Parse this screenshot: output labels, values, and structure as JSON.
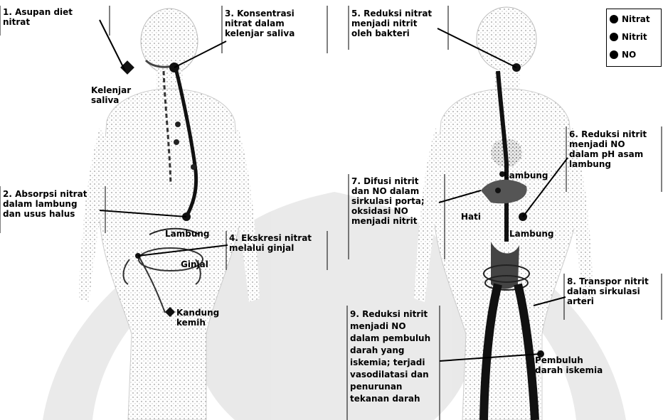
{
  "legend": {
    "items": [
      {
        "label": "Nitrat"
      },
      {
        "label": "Nitrit"
      },
      {
        "label": "NO"
      }
    ]
  },
  "labels": {
    "step1": "1. Asupan diet\nnitrat",
    "step2": "2. Absorpsi nitrat\ndalam lambung\ndan usus halus",
    "step3": "3. Konsentrasi\nnitrat dalam\nkelenjar saliva",
    "step4": "4. Ekskresi nitrat\nmelalui ginjal",
    "step5": "5. Reduksi nitrat\nmenjadi nitrit\noleh bakteri",
    "step6": "6. Reduksi nitrit\nmenjadi NO\ndalam pH asam\nlambung",
    "step7": "7. Difusi nitrit\ndan NO dalam\nsirkulasi porta;\noksidasi NO\nmenjadi nitrit",
    "step8": "8. Transpor nitrit\ndalam sirkulasi\narteri",
    "step9": "9. Reduksi nitrit\nmenjadi NO\ndalam pembuluh\ndarah yang\niskemia; terjadi\nvasodilatasi dan\npenurunan\ntekanan darah",
    "kelenjar_saliva": "Kelenjar\nsaliva",
    "lambung_left": "Lambung",
    "ginjal": "Ginjal",
    "kandung_kemih": "Kandung\nkemih",
    "lambung_right_top": "Lambung",
    "hati": "Hati",
    "lambung_right_bottom": "Lambung",
    "pembuluh": "Pembuluh\ndarah iskemia"
  }
}
